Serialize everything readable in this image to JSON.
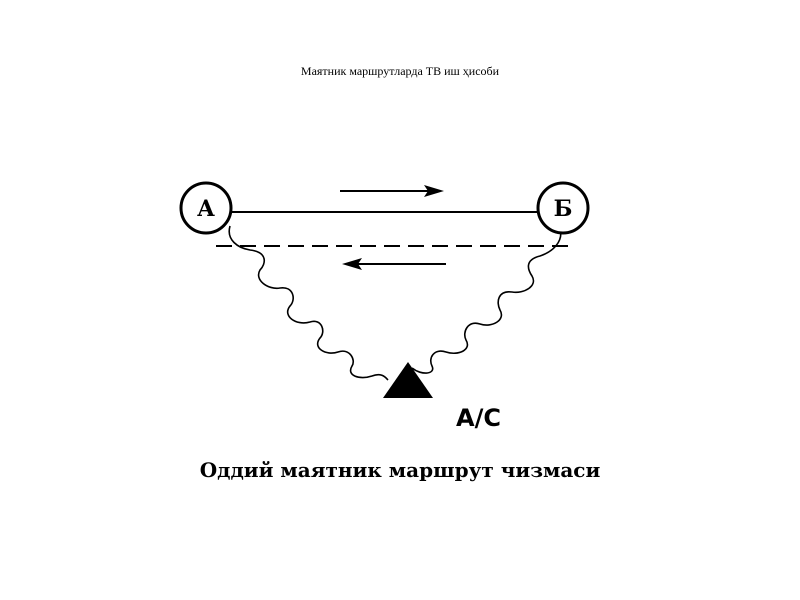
{
  "page": {
    "title": "Маятник маршрутларда ТВ иш ҳисоби"
  },
  "diagram": {
    "node_a_label": "А",
    "node_b_label": "Б",
    "terminal_label": "А/С",
    "caption": "Оддий маятник маршрут чизмаси"
  },
  "colors": {
    "ink": "#000000",
    "background": "#ffffff"
  }
}
